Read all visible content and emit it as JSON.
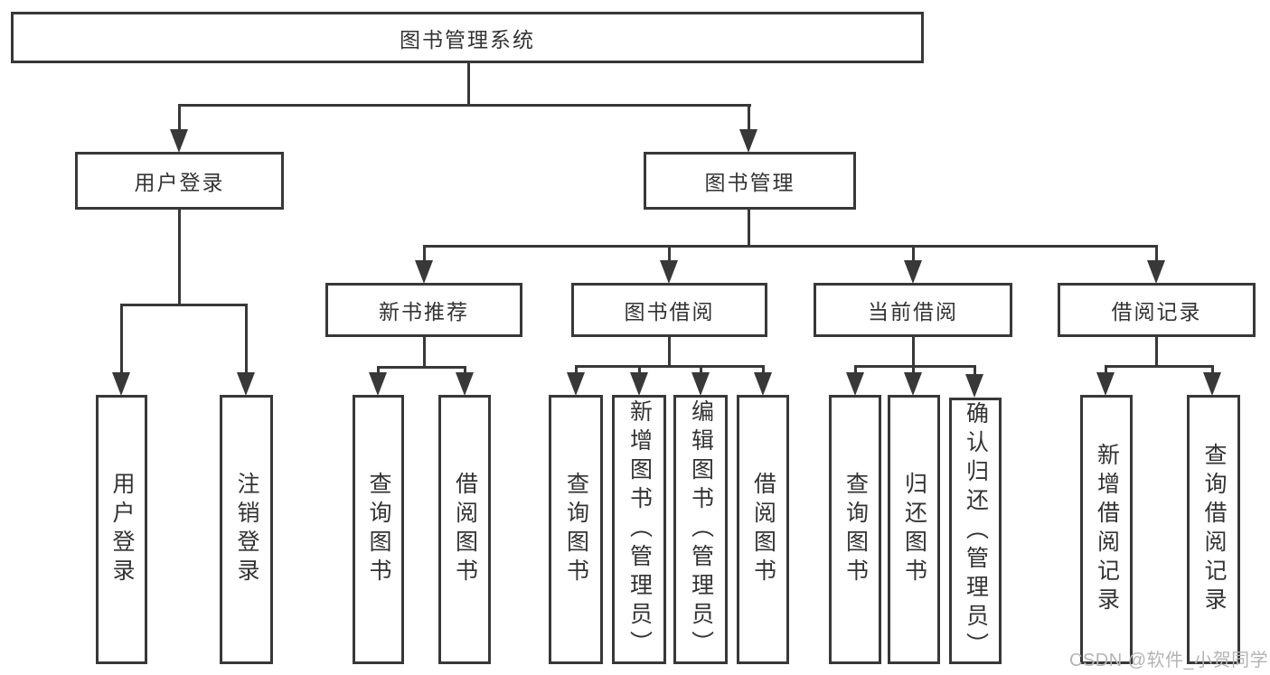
{
  "title": "图书管理系统",
  "watermark": {
    "text": "CSDN @软件_小贺同学"
  },
  "colors": {
    "line": "#383838",
    "box_border": "#383838",
    "text": "#333333",
    "box_background": "#ffffff",
    "page_background": "#ffffff",
    "watermark": "#b4b4b4"
  },
  "nodes": {
    "root": "图书管理系统",
    "user_login": "用户登录",
    "book_mgmt": "图书管理",
    "new_book_rec": "新书推荐",
    "book_borrow": "图书借阅",
    "current_borrow": "当前借阅",
    "borrow_records": "借阅记录",
    "leaf_user_login": "用户登录",
    "leaf_logout": "注销登录",
    "leaf_query_book_rec": "查询图书",
    "leaf_borrow_book_rec": "借阅图书",
    "leaf_query_book_borrow": "查询图书",
    "leaf_add_book": "新增图书（管理员）",
    "leaf_edit_book": "编辑图书（管理员）",
    "leaf_borrow_book_borrow": "借阅图书",
    "leaf_query_book_current": "查询图书",
    "leaf_return_book": "归还图书",
    "leaf_confirm_return": "确认归还（管理员）",
    "leaf_add_record": "新增借阅记录",
    "leaf_query_record": "查询借阅记录"
  },
  "hierarchy": {
    "图书管理系统": {
      "用户登录": [
        "用户登录",
        "注销登录"
      ],
      "图书管理": {
        "新书推荐": [
          "查询图书",
          "借阅图书"
        ],
        "图书借阅": [
          "查询图书",
          "新增图书（管理员）",
          "编辑图书（管理员）",
          "借阅图书"
        ],
        "当前借阅": [
          "查询图书",
          "归还图书",
          "确认归还（管理员）"
        ],
        "借阅记录": [
          "新增借阅记录",
          "查询借阅记录"
        ]
      }
    }
  }
}
